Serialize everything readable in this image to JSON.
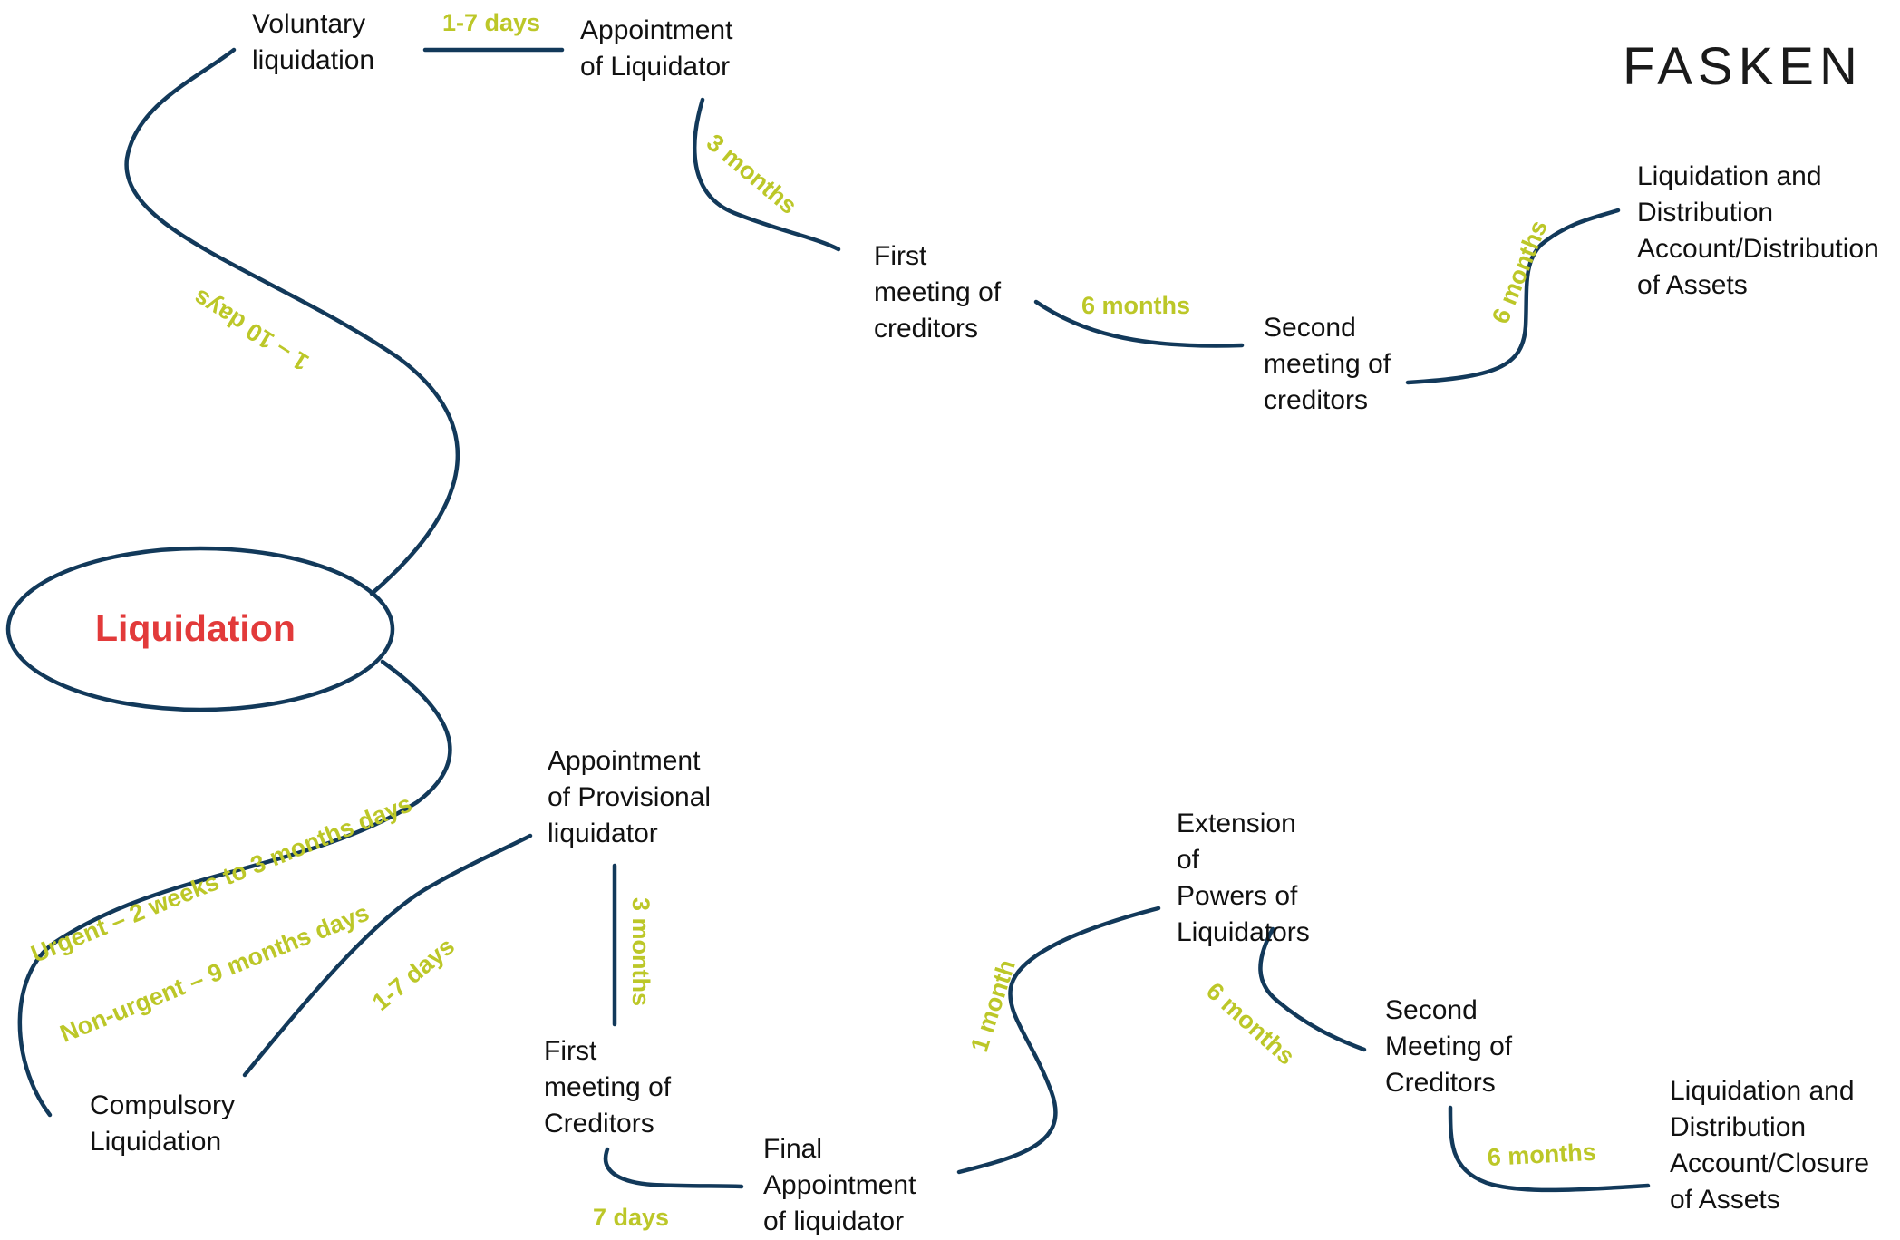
{
  "logo": "FASKEN",
  "root": "Liquidation",
  "voluntary": {
    "start": [
      "Voluntary",
      "liquidation"
    ],
    "appointment": [
      "Appointment",
      "of Liquidator"
    ],
    "first_meeting": [
      "First",
      "meeting of",
      "creditors"
    ],
    "second_meeting": [
      "Second",
      "meeting of",
      "creditors"
    ],
    "final": [
      "Liquidation and",
      "Distribution",
      "Account/Distribution",
      "of Assets"
    ],
    "durations": {
      "root_to_start": "1 – 10 days",
      "start_to_appointment": "1-7 days",
      "appointment_to_first": "3 months",
      "first_to_second": "6 months",
      "second_to_final": "6 months"
    }
  },
  "compulsory": {
    "start": [
      "Compulsory",
      "Liquidation"
    ],
    "provisional": [
      "Appointment",
      "of Provisional",
      "liquidator"
    ],
    "first_meeting": [
      "First",
      "meeting of",
      "Creditors"
    ],
    "final_appointment": [
      "Final",
      "Appointment",
      "of liquidator"
    ],
    "extension": [
      "Extension",
      "of",
      "Powers of",
      "Liquidators"
    ],
    "second_meeting": [
      "Second",
      "Meeting of",
      "Creditors"
    ],
    "final": [
      "Liquidation and",
      "Distribution",
      "Account/Closure",
      "of Assets"
    ],
    "durations": {
      "urgent": "Urgent – 2 weeks to 3 months days",
      "non_urgent": "Non-urgent – 9 months days",
      "start_to_provisional": "1-7 days",
      "provisional_to_first": "3 months",
      "first_to_final_appointment": "7 days",
      "final_appointment_to_extension": "1 month",
      "extension_to_second": "6 months",
      "second_to_final": "6 months"
    }
  },
  "colors": {
    "connector": "#12395a",
    "duration": "#bcc728",
    "root_text": "#e23a3a"
  }
}
